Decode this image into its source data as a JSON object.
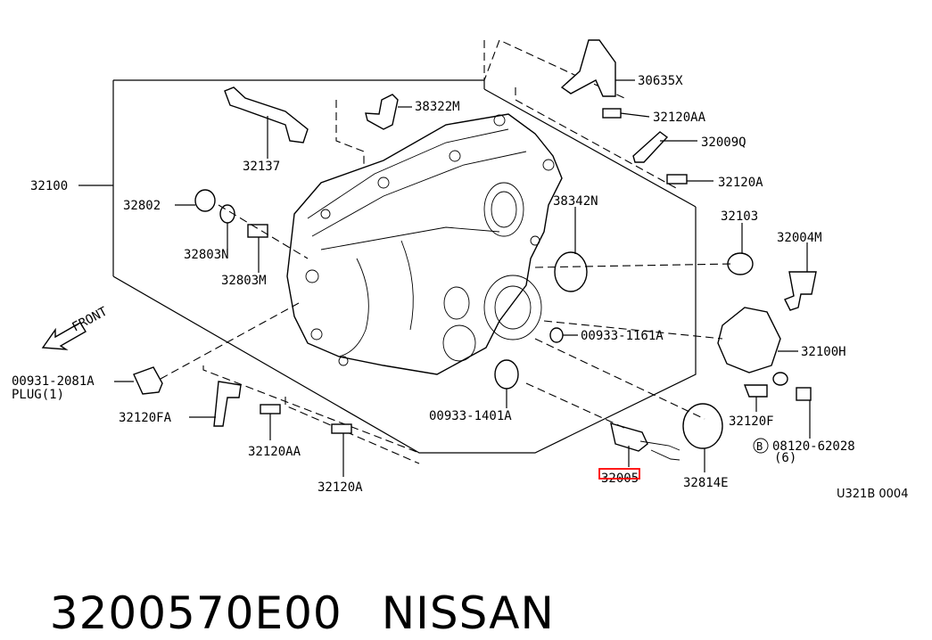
{
  "diagram": {
    "labels": {
      "p30635x": "30635X",
      "p38322m": "38322M",
      "p32120aa_top": "32120AA",
      "p32009q": "32009Q",
      "p32137": "32137",
      "p32100": "32100",
      "p32120a_top": "32120A",
      "p32802": "32802",
      "p38342n": "38342N",
      "p32103": "32103",
      "p32004m": "32004M",
      "p32803n": "32803N",
      "p32803m": "32803M",
      "front": "FRONT",
      "p00933_1161a": "00933-1161A",
      "p32100h": "32100H",
      "p00931_2081a": "00931-2081A",
      "plug": "PLUG(1)",
      "p32120fa": "32120FA",
      "p00933_1401a": "00933-1401A",
      "p32120f": "32120F",
      "p32120aa_bottom": "32120AA",
      "p08120_62028": "08120-62028",
      "circle_b": "B",
      "qty6": "(6)",
      "p32005": "32005",
      "p32814e": "32814E",
      "p32120a_bottom": "32120A",
      "ref_code": "U321B 0004"
    },
    "highlight_color": "#ff0000"
  },
  "caption": {
    "part_number": "3200570E00",
    "brand": "NISSAN"
  }
}
